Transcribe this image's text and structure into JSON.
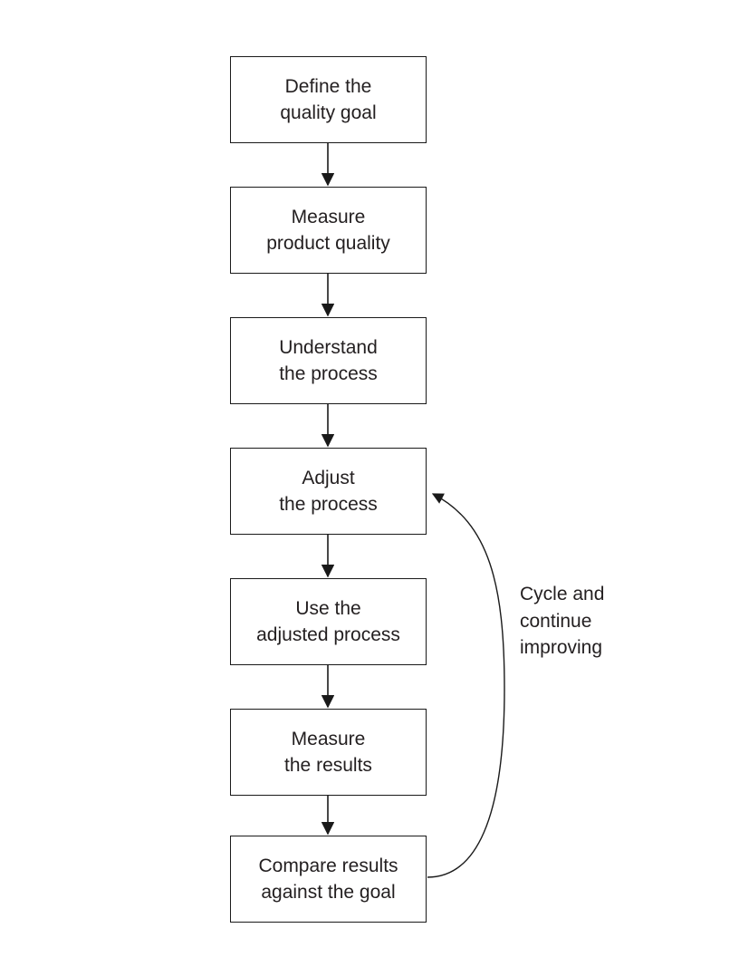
{
  "flowchart": {
    "steps": [
      {
        "lines": [
          "Define the",
          "quality goal"
        ]
      },
      {
        "lines": [
          "Measure",
          "product quality"
        ]
      },
      {
        "lines": [
          "Understand",
          "the process"
        ]
      },
      {
        "lines": [
          "Adjust",
          "the process"
        ]
      },
      {
        "lines": [
          "Use the",
          "adjusted process"
        ]
      },
      {
        "lines": [
          "Measure",
          "the results"
        ]
      },
      {
        "lines": [
          "Compare results",
          "against the goal"
        ]
      }
    ],
    "cycle_label": {
      "lines": [
        "Cycle and",
        "continue",
        "improving"
      ]
    },
    "colors": {
      "line": "#1a1a1a",
      "text": "#231f20",
      "background": "#ffffff"
    }
  }
}
